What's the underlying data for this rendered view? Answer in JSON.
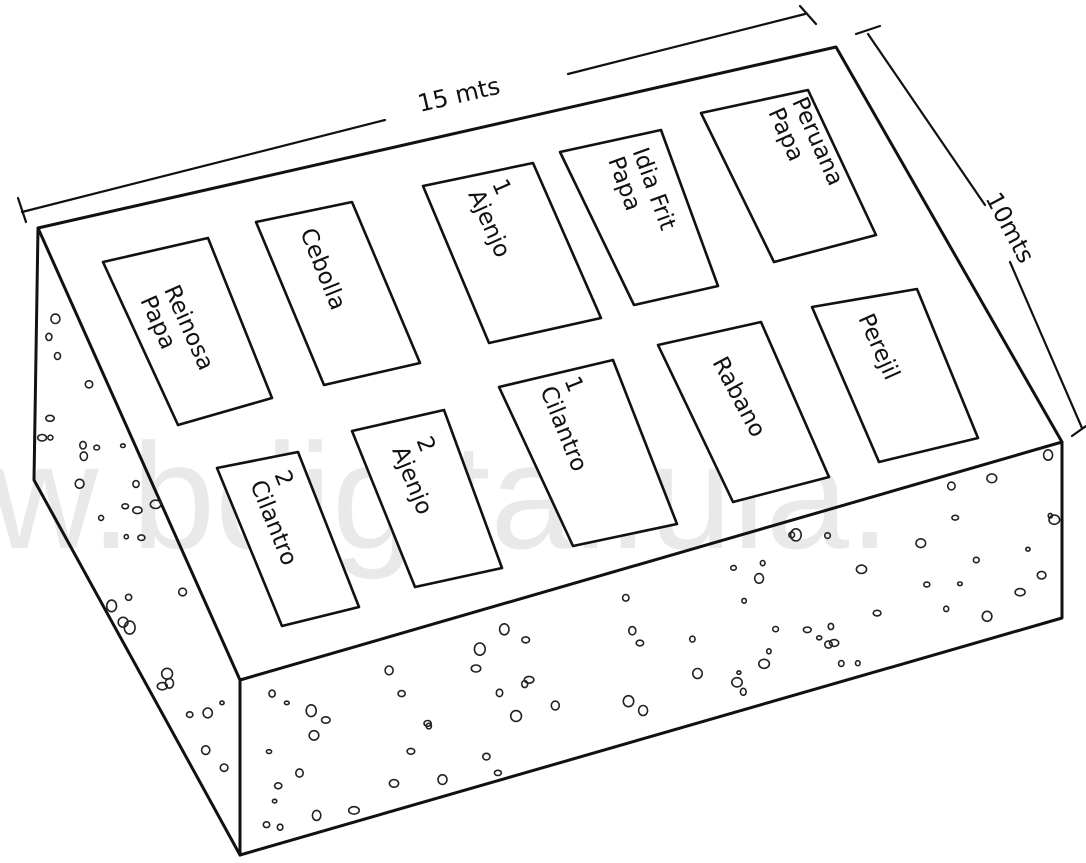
{
  "dimensions": {
    "length": "15 mts",
    "width": "10mts"
  },
  "beds": [
    {
      "lines": [
        "Papa",
        "Reinosa"
      ]
    },
    {
      "lines": [
        "Cebolla"
      ]
    },
    {
      "lines": [
        "Ajenjo",
        "1"
      ]
    },
    {
      "lines": [
        "Papa",
        "Idia Frit"
      ]
    },
    {
      "lines": [
        "Papa",
        "Peruana"
      ]
    },
    {
      "lines": [
        "Cilantro",
        "2"
      ]
    },
    {
      "lines": [
        "Ajenjo",
        "2"
      ]
    },
    {
      "lines": [
        "Cilantro",
        "1"
      ]
    },
    {
      "lines": [
        "Rabano"
      ]
    },
    {
      "lines": [
        "Perejil"
      ]
    }
  ],
  "watermark": "w.bdigital.uia."
}
